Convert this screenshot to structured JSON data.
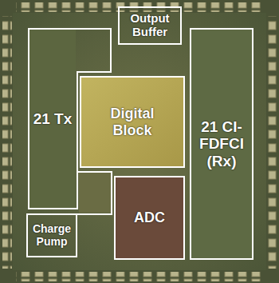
{
  "diagram": {
    "nodes": [
      {
        "text": [
          "21 Tx"
        ]
      },
      {
        "text": [
          "Output Buffer"
        ]
      },
      {
        "text": [
          "Digital Block"
        ]
      },
      {
        "text": [
          "21 CI-FDFCI (Rx)"
        ]
      },
      {
        "text": [
          "Charge Pump"
        ]
      },
      {
        "text": [
          "ADC"
        ]
      }
    ]
  }
}
